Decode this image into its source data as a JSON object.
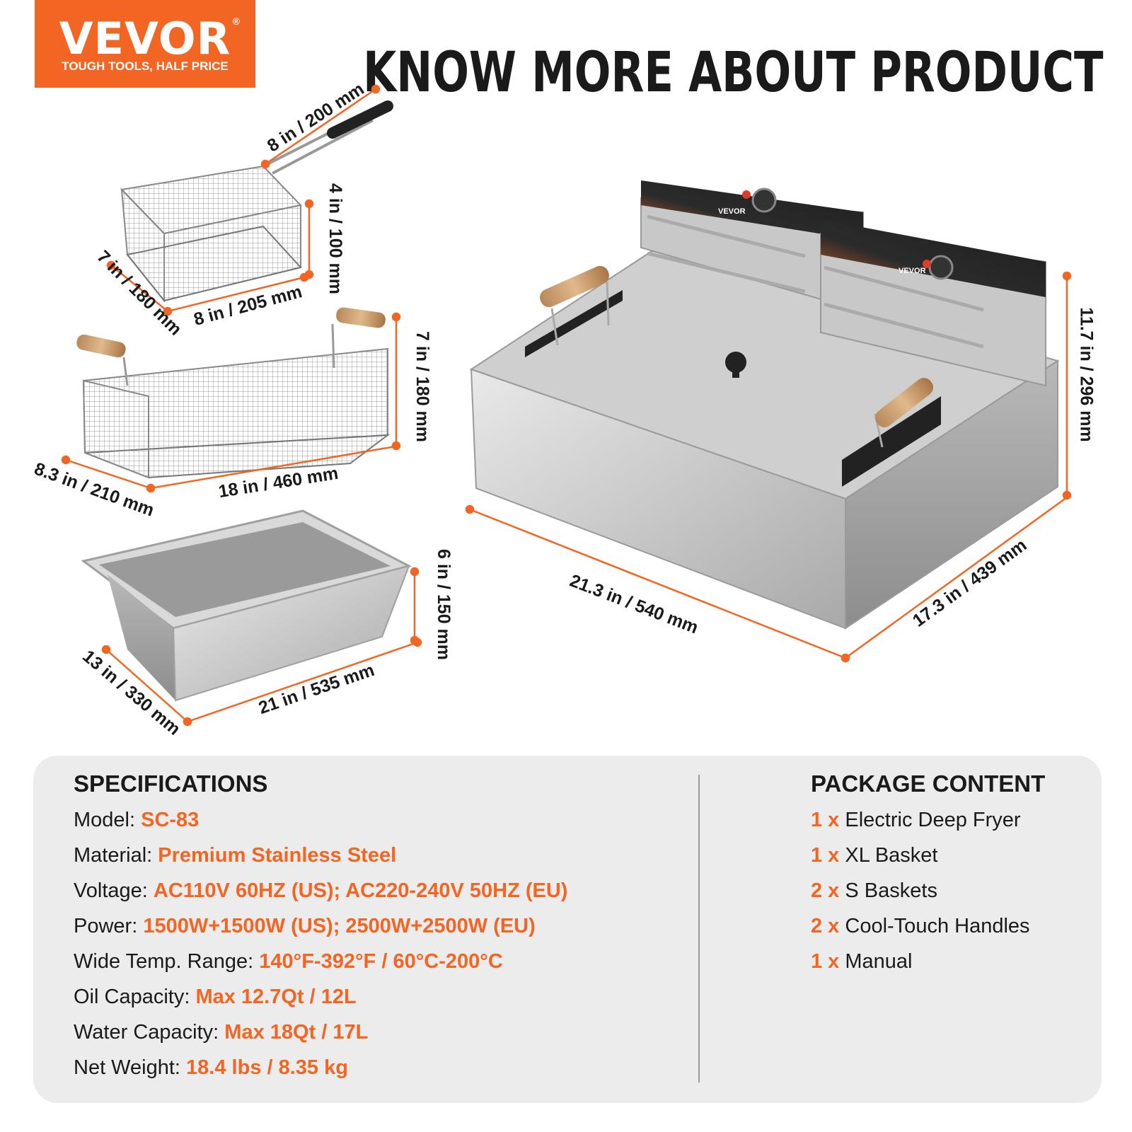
{
  "brand": {
    "name": "VEVOR",
    "registered": "®",
    "tagline": "TOUGH TOOLS, HALF PRICE",
    "color": "#f26522"
  },
  "headline": "KNOW MORE ABOUT PRODUCT",
  "dimensions": {
    "small_basket": {
      "handle": "8 in / 200 mm",
      "height": "4 in / 100 mm",
      "depth": "7 in / 180 mm",
      "width": "8 in / 205 mm"
    },
    "xl_basket": {
      "height": "7 in / 180 mm",
      "depth": "8.3 in / 210 mm",
      "width": "18 in / 460 mm"
    },
    "oil_tank": {
      "height": "6 in / 150 mm",
      "depth": "13 in / 330 mm",
      "width": "21 in / 535 mm"
    },
    "fryer": {
      "height": "11.7 in / 296 mm",
      "width": "21.3 in / 540 mm",
      "depth": "17.3 in / 439 mm"
    }
  },
  "specifications": {
    "title": "SPECIFICATIONS",
    "rows": [
      {
        "label": "Model: ",
        "value": "SC-83"
      },
      {
        "label": "Material: ",
        "value": "Premium Stainless Steel"
      },
      {
        "label": "Voltage: ",
        "value": "AC110V 60HZ (US); AC220-240V 50HZ (EU)"
      },
      {
        "label": "Power: ",
        "value": "1500W+1500W (US); 2500W+2500W (EU)"
      },
      {
        "label": "Wide Temp. Range: ",
        "value": "140°F-392°F / 60°C-200°C"
      },
      {
        "label": "Oil Capacity: ",
        "value": "Max 12.7Qt / 12L"
      },
      {
        "label": "Water Capacity: ",
        "value": "Max 18Qt / 17L"
      },
      {
        "label": "Net Weight: ",
        "value": "18.4 lbs / 8.35 kg"
      }
    ]
  },
  "package": {
    "title": "PACKAGE CONTENT",
    "items": [
      {
        "qty": "1 x",
        "name": " Electric Deep Fryer"
      },
      {
        "qty": "1 x",
        "name": " XL Basket"
      },
      {
        "qty": "2 x",
        "name": " S Baskets"
      },
      {
        "qty": "2 x",
        "name": " Cool-Touch Handles"
      },
      {
        "qty": "1 x",
        "name": " Manual"
      }
    ]
  },
  "panel_labels": {
    "fryer_brand": "VEVOR"
  }
}
